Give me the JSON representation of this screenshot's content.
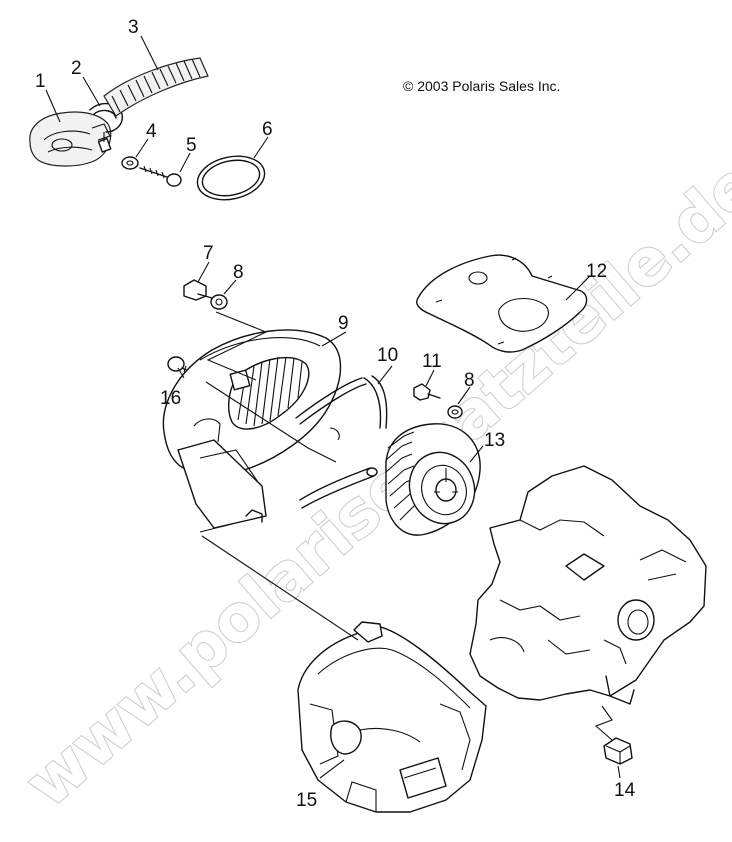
{
  "copyright": "© 2003 Polaris Sales Inc.",
  "watermark": "www.polarisersatzteile.de",
  "callouts": [
    {
      "id": "1",
      "text": "1"
    },
    {
      "id": "2",
      "text": "2"
    },
    {
      "id": "3",
      "text": "3"
    },
    {
      "id": "4",
      "text": "4"
    },
    {
      "id": "5",
      "text": "5"
    },
    {
      "id": "6",
      "text": "6"
    },
    {
      "id": "7",
      "text": "7"
    },
    {
      "id": "8a",
      "text": "8"
    },
    {
      "id": "9",
      "text": "9"
    },
    {
      "id": "10",
      "text": "10"
    },
    {
      "id": "11",
      "text": "11"
    },
    {
      "id": "8b",
      "text": "8"
    },
    {
      "id": "12",
      "text": "12"
    },
    {
      "id": "13",
      "text": "13"
    },
    {
      "id": "16",
      "text": "16"
    },
    {
      "id": "15",
      "text": "15"
    },
    {
      "id": "14",
      "text": "14"
    }
  ]
}
